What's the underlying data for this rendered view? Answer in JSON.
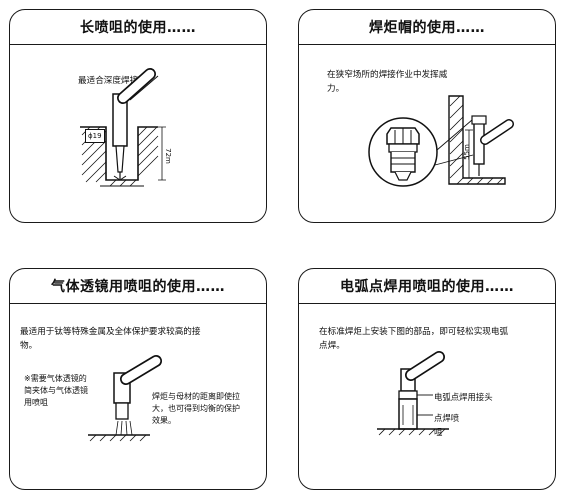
{
  "panels": {
    "long_nozzle": {
      "title": "长喷咀的使用……",
      "text": "最适合深度焊接。",
      "label_diameter": "ϕ19",
      "label_depth": "72m"
    },
    "torch_cap": {
      "title": "焊炬帽的使用……",
      "text": "在狭窄场所的焊接作业中发挥威\n力。",
      "label_height": "55m"
    },
    "gas_lens": {
      "title": "气体透镜用喷咀的使用……",
      "text": "最适用于钛等特殊金属及全体保护要求较高的接\n物。",
      "note": "※需要气体透镜的\n简夹体与气体透镜\n用喷咀",
      "desc": "焊炬与母材的距离即使拉\n大，也可得到均衡的保护\n效果。"
    },
    "spot_nozzle": {
      "title": "电弧点焊用喷咀的使用……",
      "text": "在标准焊炬上安装下图的部品，即可轻松实现电弧\n点焊。",
      "label_joint": "电弧点焊用接头",
      "label_nozzle": "点焊喷\n咀"
    }
  }
}
